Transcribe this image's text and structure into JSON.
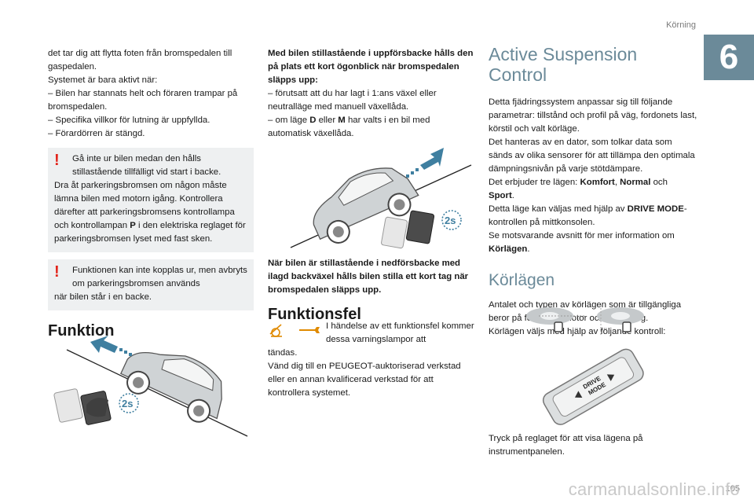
{
  "header": {
    "section": "Körning",
    "chapter": "6",
    "page": "105"
  },
  "watermark": "carmanualsonline.info",
  "col1": {
    "p1": "det tar dig att flytta foten från bromspedalen till gaspedalen.",
    "p2": "Systemet är bara aktivt när:",
    "l1": "– Bilen har stannats helt och föraren trampar på bromspedalen.",
    "l2": "– Specifika villkor för lutning är uppfyllda.",
    "l3": "– Förardörren är stängd.",
    "warn1_first": "Gå inte ur bilen medan den hålls stillastående tillfälligt vid start i backe.",
    "warn1_rest": "Dra åt parkeringsbromsen om någon måste lämna bilen med motorn igång. Kontrollera därefter att parkeringsbromsens kontrollampa och kontrollampan ",
    "warn1_p": "P",
    "warn1_end": " i den elektriska reglaget för parkeringsbromsen lyset med fast sken.",
    "warn2_first": "Funktionen kan inte kopplas ur, men avbryts om parkeringsbromsen används",
    "warn2_rest": "när bilen står i en backe.",
    "heading": "Funktion",
    "badge": "2s"
  },
  "col2": {
    "bold1": "Med bilen stillastående i uppförsbacke hålls den på plats ett kort ögonblick när bromspedalen släpps upp:",
    "l1": "– förutsatt att du har lagt i 1:ans växel eller neutralläge med manuell växellåda.",
    "l2a": "– om läge ",
    "l2d": "D",
    "l2b": " eller ",
    "l2m": "M",
    "l2c": " har valts i en bil med automatisk växellåda.",
    "bold2": "När bilen är stillastående i nedförsbacke med ilagd backväxel hålls bilen stilla ett kort tag när bromspedalen släpps upp.",
    "heading": "Funktionsfel",
    "fault_text": "I händelse av ett funktionsfel kommer dessa varningslampor att",
    "fault_rest": "tändas.",
    "fault_p2": "Vänd dig till en PEUGEOT-auktoriserad verkstad eller en annan kvalificerad verkstad för att kontrollera systemet.",
    "badge": "2s"
  },
  "col3": {
    "heading": "Active Suspension Control",
    "p1": "Detta fjädringssystem anpassar sig till följande parametrar: tillstånd och profil på väg, fordonets last, körstil och valt körläge.",
    "p2": "Det hanteras av en dator, som tolkar data som sänds av olika sensorer för att tillämpa den optimala dämpningsnivån på varje stötdämpare.",
    "p3a": "Det erbjuder tre lägen: ",
    "comfort": "Komfort",
    "sep": ", ",
    "normal": "Normal",
    "och": " och",
    "sport": "Sport",
    "dot": ".",
    "p4a": "Detta läge kan väljas med hjälp av ",
    "drive": "DRIVE MODE",
    "p4b": "-kontrollen på mittkonsolen.",
    "p5": "Se motsvarande avsnitt för mer information om",
    "korlagen_ref": "Körlägen",
    "heading2": "Körlägen",
    "p6": "Antalet och typen av körlägen som är tillgängliga beror på fordonets motor och utrustning.",
    "p7": "Körlägen väljs med hjälp av följande kontroll:",
    "drive_label1": "DRIVE",
    "drive_label2": "MODE",
    "p8": "Tryck på reglaget för att visa lägena på instrumentpanelen."
  }
}
